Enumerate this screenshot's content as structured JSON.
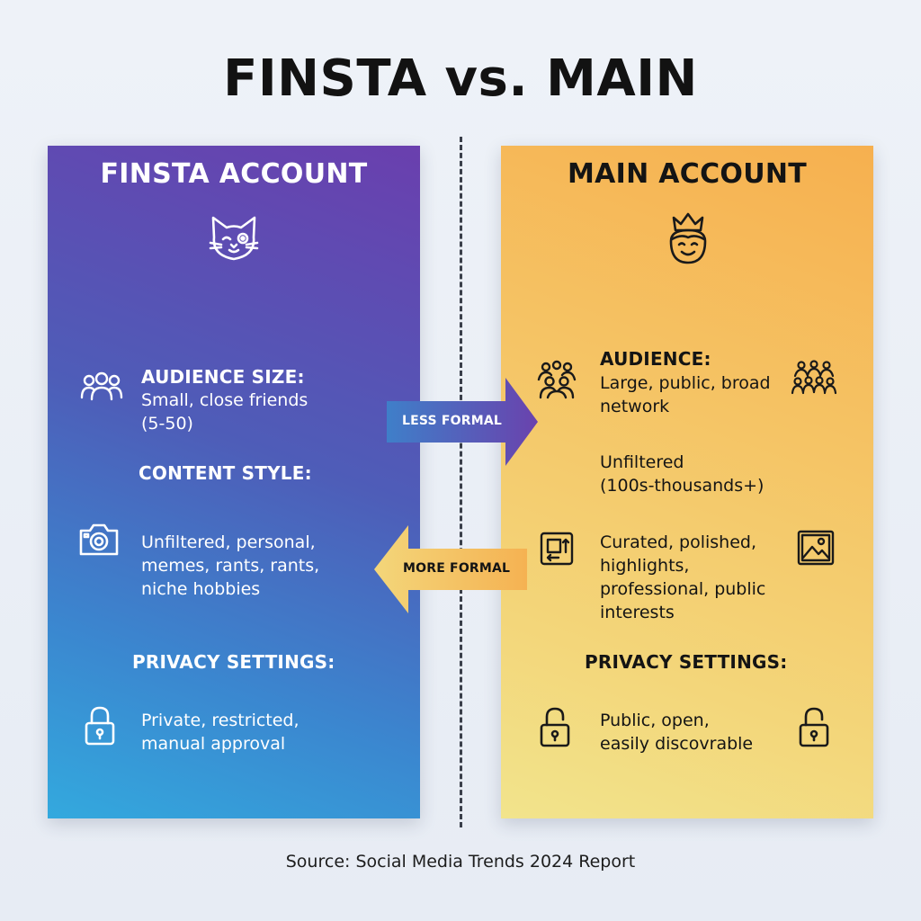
{
  "title": "FINSTA vs. MAIN",
  "finsta": {
    "panel_title": "FINSTA ACCOUNT",
    "head_icon": "cat-wink-icon",
    "audience_heading": "AUDIENCE SIZE:",
    "audience_text": "Small, close friends\n(5-50)",
    "content_heading": "CONTENT STYLE:",
    "content_text": "Unfiltered, personal,\nmemes, rants, rants,\nniche hobbies",
    "privacy_heading": "PRIVACY SETTINGS:",
    "privacy_text": "Private, restricted,\nmanual approval",
    "colors": {
      "top": "#6a3fae",
      "bottom": "#33a9de",
      "text": "#ffffff"
    }
  },
  "main": {
    "panel_title": "MAIN ACCOUNT",
    "head_icon": "crowned-face-icon",
    "audience_heading": "AUDIENCE:",
    "audience_text": "Large, public, broad\nnetwork",
    "extra_text": "Unfiltered\n(100s-thousands+)",
    "content_text": "Curated, polished,\nhighlights,\nprofessional, public\n        interests",
    "privacy_heading": "PRIVACY SETTINGS:",
    "privacy_text": "Public, open,\neasily discovrable",
    "colors": {
      "top": "#f6b04f",
      "bottom": "#f2e48c",
      "text": "#141414"
    }
  },
  "arrows": {
    "less_formal": "LESS FORMAL",
    "more_formal": "MORE FORMAL"
  },
  "source": "Source: Social Media Trends 2024 Report"
}
